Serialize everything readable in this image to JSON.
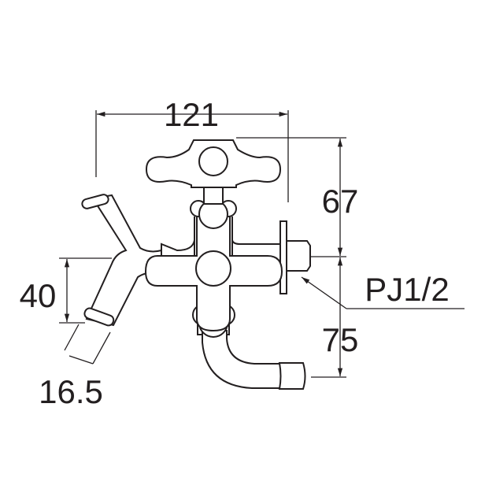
{
  "title": "Faucet dimension drawing",
  "dimensions": {
    "width": "121",
    "upper_height": "67",
    "lower_height": "75",
    "spout_height": "40",
    "spout_diameter": "16.5",
    "thread": "PJ1/2"
  },
  "colors": {
    "line": "#231f20",
    "background": "#ffffff"
  }
}
